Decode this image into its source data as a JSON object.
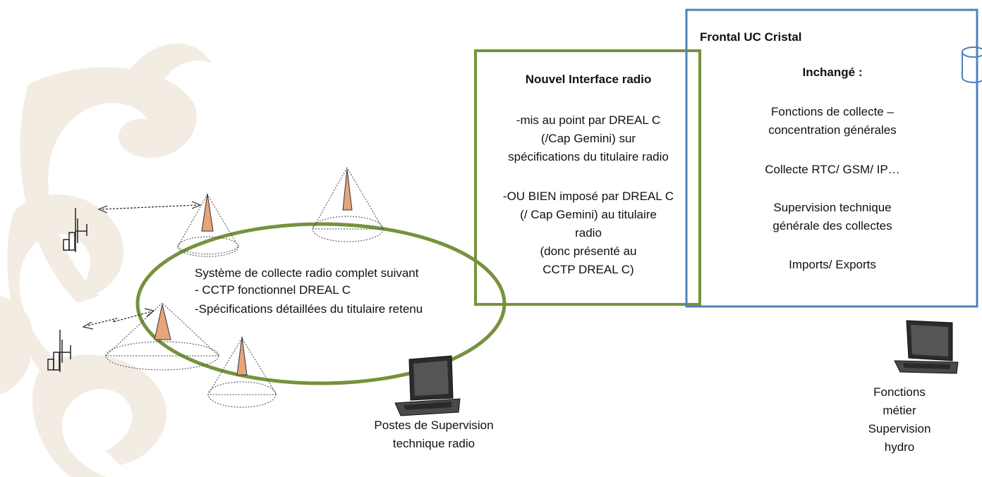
{
  "ellipse_text": {
    "line1": "Système de collecte radio complet suivant",
    "line2": "- CCTP fonctionnel DREAL C",
    "line3": "-Spécifications détaillées du titulaire retenu"
  },
  "interface_box": {
    "title": "Nouvel Interface radio",
    "p1": [
      "-mis au point par DREAL C",
      "(/Cap Gemini) sur",
      "spécifications du titulaire radio"
    ],
    "p2": [
      "-OU BIEN imposé par DREAL C",
      "(/ Cap Gemini) au titulaire",
      "radio",
      "(donc présenté au",
      "CCTP DREAL C)"
    ]
  },
  "frontal_box": {
    "title": "Frontal UC Cristal",
    "subtitle": "Inchangé :",
    "items": [
      [
        "Fonctions de collecte –",
        "concentration générales"
      ],
      [
        "Collecte RTC/ GSM/ IP…"
      ],
      [
        "Supervision technique",
        "générale des collectes"
      ],
      [
        "Imports/ Exports"
      ]
    ]
  },
  "laptop_left": {
    "caption": [
      "Postes de Supervision",
      "technique radio"
    ]
  },
  "laptop_right": {
    "caption": [
      "Fonctions",
      "métier",
      "Supervision",
      "hydro"
    ]
  },
  "colors": {
    "green": "#76923c",
    "blue": "#4f81bd",
    "antenna": "#e6a57a",
    "watermark": "#f3ece3"
  }
}
